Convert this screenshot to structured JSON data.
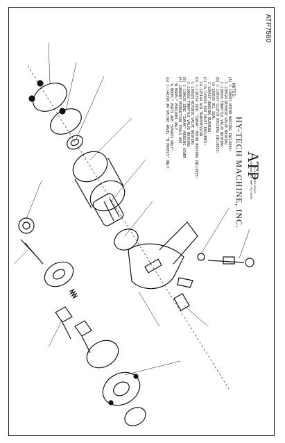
{
  "drawing": {
    "part_number": "ATP7560",
    "company_abbrev": "ATP",
    "company_name": "HY-TECH MACHINE, INC.",
    "address_lines": [
      "25 LEONBERG ROAD",
      "CRANBERRY TWP., PA 16066"
    ],
    "notes_title": "NOTES:",
    "notes": [
      "(A) C-130607 MOTOR HOUSING INCLUDES:",
      "C-130528 REVERSE VALVE BUSHING",
      "C-130609 THROTTLE VALVE BUSHING",
      "(B) C-120547 CLUTCH HOUSING INCLUDES:",
      "CA-129676 OIL SEAL",
      "C-120437 HOUSING BUSHING",
      "(C) CA-129654 AIR INLET INCLUDES:",
      "CA-125144 AIR TRANSMISSION",
      "(D) C-130254 ZINC \"ZAMAK\" MOTOR HOUSING INCLUDES:",
      "C-130028 REVERSE VALVE BUSHING",
      "C-130609 THROTTLE VALVE BUSHING",
      "(E) C-130635 ZINC \"ZAMAK\" HOUSING COVER",
      "(F) CURRENT PRODUCTION TOOLS ARE",
      "\"B MODEL\" VERSIONS ONLY.",
      "\"A MODEL\" PARTS ARE \"SPARES ONLY\".",
      "(G) C-140290 #4 SPLINE ANVIL \"B MODELS\" ONLY."
    ]
  }
}
